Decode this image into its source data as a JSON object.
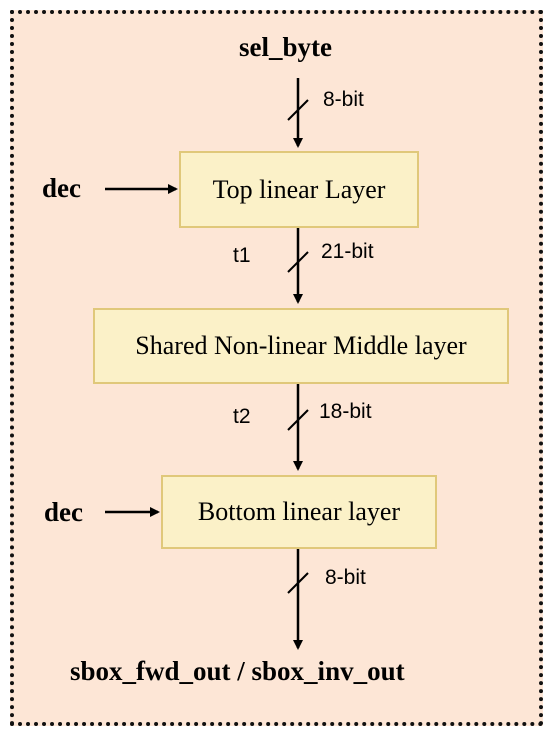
{
  "inputs": {
    "sel_byte": "sel_byte",
    "dec_top": "dec",
    "dec_bottom": "dec"
  },
  "output": "sbox_fwd_out / sbox_inv_out",
  "blocks": {
    "top": "Top linear Layer",
    "middle": "Shared Non-linear Middle layer",
    "bottom": "Bottom linear layer"
  },
  "buses": {
    "input_width": "8-bit",
    "t1_name": "t1",
    "t1_width": "21-bit",
    "t2_name": "t2",
    "t2_width": "18-bit",
    "output_width": "8-bit"
  },
  "colors": {
    "background": "#fde6d6",
    "block_fill": "#fbf1c8",
    "block_border": "#e0c87a",
    "frame_border": "#111111"
  }
}
